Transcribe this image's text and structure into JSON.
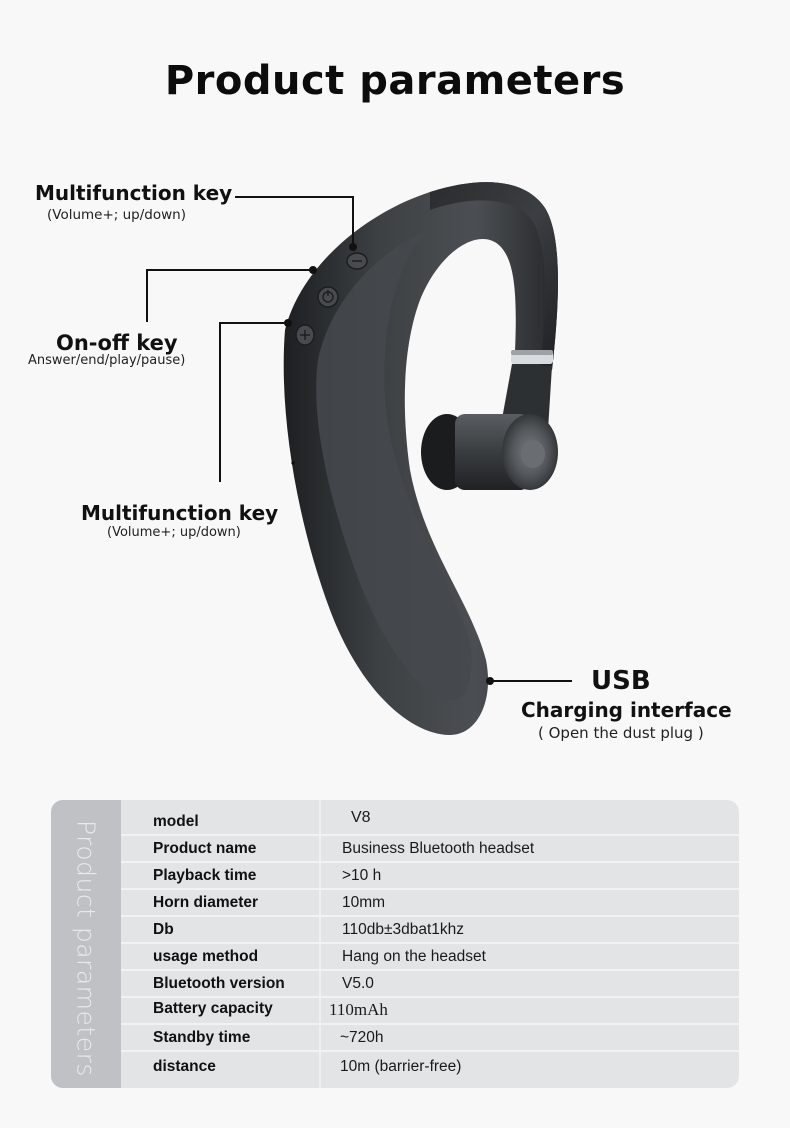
{
  "page": {
    "title": "Product parameters"
  },
  "callouts": {
    "multifunction_top": {
      "title": "Multifunction key",
      "subtitle": "(Volume+; up/down)"
    },
    "on_off": {
      "title": "On-off key",
      "subtitle": "Answer/end/play/pause)"
    },
    "multifunction_bottom": {
      "title": "Multifunction key",
      "subtitle": "(Volume+; up/down)"
    },
    "usb": {
      "title": "USB",
      "subtitle": "Charging interface",
      "note": "( Open the dust plug )"
    }
  },
  "device": {
    "buttons": [
      {
        "icon": "minus-icon",
        "glyph": "−"
      },
      {
        "icon": "power-icon",
        "glyph": "⏻"
      },
      {
        "icon": "plus-icon",
        "glyph": "+"
      }
    ],
    "colors": {
      "body": "#2f3235",
      "body_highlight": "#4a4e52",
      "earbud": "#3a3d40"
    }
  },
  "specs": {
    "side_label": "Product parameters",
    "rows": [
      {
        "label": "model",
        "value": "V8"
      },
      {
        "label": "Product name",
        "value": "Business Bluetooth headset"
      },
      {
        "label": "Playback time",
        "value": ">10 h"
      },
      {
        "label": "Horn diameter",
        "value": "10mm"
      },
      {
        "label": "Db",
        "value": "110db±3dbat1khz"
      },
      {
        "label": "usage method",
        "value": "Hang on the headset"
      },
      {
        "label": "Bluetooth version",
        "value": "V5.0"
      },
      {
        "label": "Battery capacity",
        "value": "110mAh"
      },
      {
        "label": "Standby time",
        "value": "~720h"
      },
      {
        "label": "distance",
        "value": "10m (barrier-free)"
      }
    ],
    "colors": {
      "panel": "#e3e4e6",
      "side": "#bfc1c5",
      "divider": "#f1f2f4"
    }
  }
}
